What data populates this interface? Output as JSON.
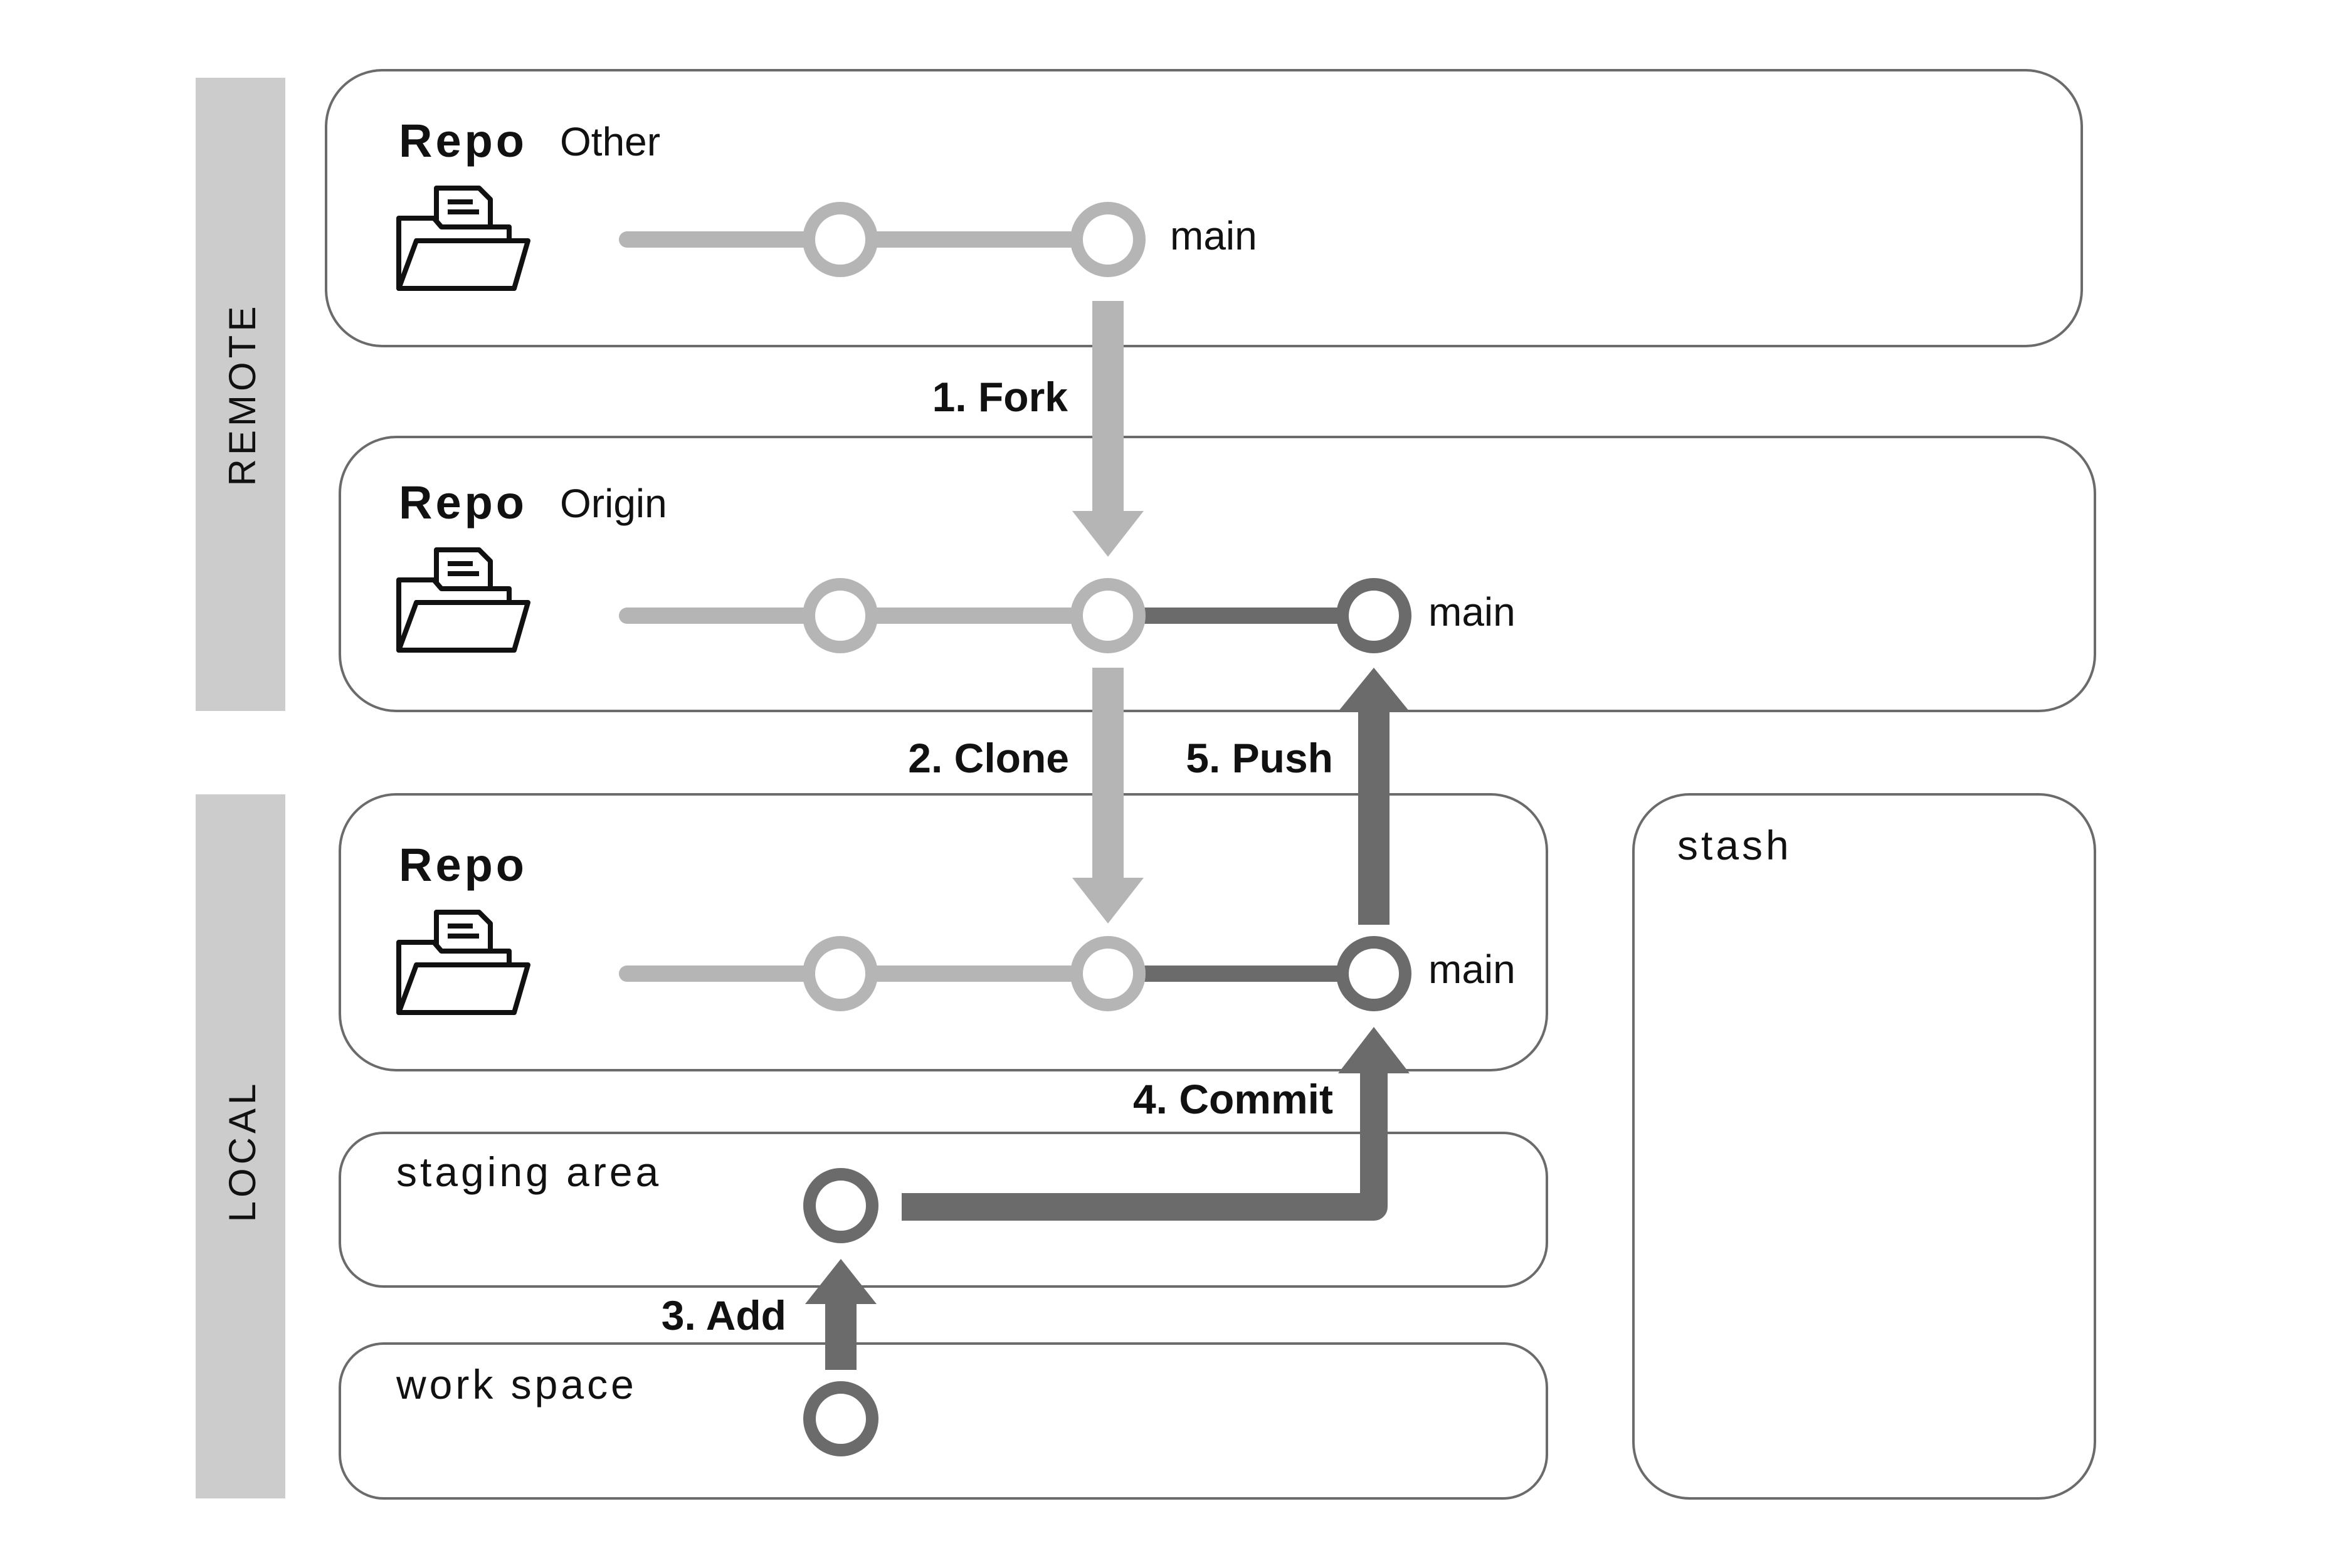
{
  "bands": {
    "remote": "REMOTE",
    "local": "LOCAL"
  },
  "panels": {
    "other": {
      "repo_label": "Repo",
      "repo_name": "Other",
      "branch": "main"
    },
    "origin": {
      "repo_label": "Repo",
      "repo_name": "Origin",
      "branch": "main"
    },
    "local_repo": {
      "repo_label": "Repo",
      "branch": "main"
    },
    "staging": {
      "label": "staging area"
    },
    "workspace": {
      "label": "work space"
    },
    "stash": {
      "label": "stash"
    }
  },
  "steps": {
    "fork": "1. Fork",
    "clone": "2. Clone",
    "add": "3. Add",
    "commit": "4. Commit",
    "push": "5. Push"
  },
  "icons": {
    "repository": "folder-icon",
    "commit": "commit-node-icon"
  },
  "colors": {
    "existing_history": "#b5b5b5",
    "new_history": "#6b6b6b",
    "band": "#cccccc",
    "panel_border": "#6b6b6b"
  }
}
